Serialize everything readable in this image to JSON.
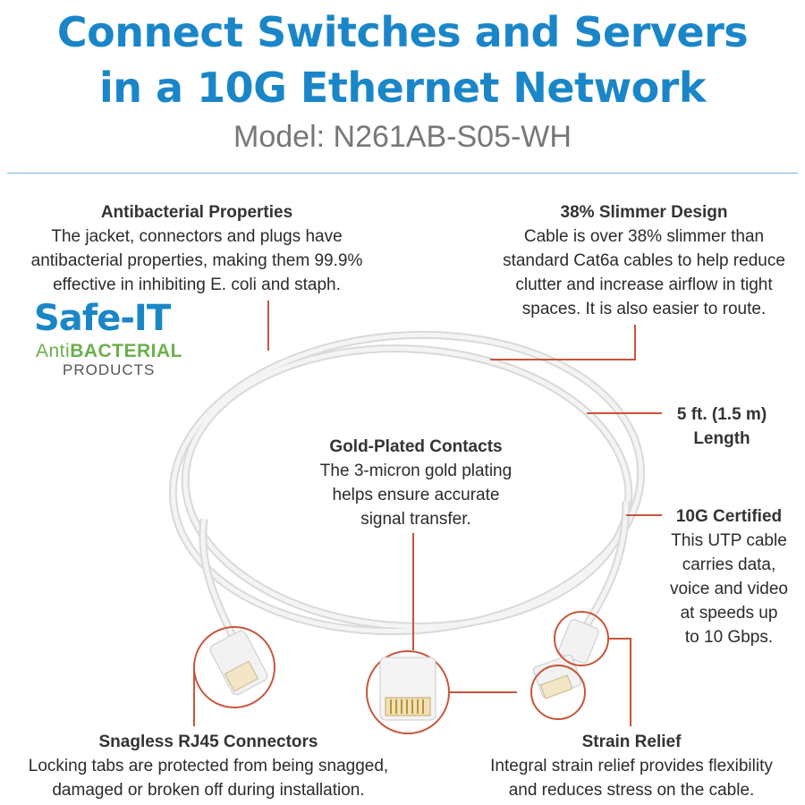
{
  "header": {
    "title_line1": "Connect Switches and Servers",
    "title_line2": "in a 10G Ethernet Network",
    "model": "Model: N261AB-S05-WH"
  },
  "callouts": {
    "antibacterial": {
      "heading": "Antibacterial Properties",
      "lines": [
        "The jacket, connectors and plugs have",
        "antibacterial properties, making them 99.9%",
        "effective in inhibiting E. coli and staph."
      ]
    },
    "slimmer": {
      "heading": "38% Slimmer Design",
      "lines": [
        "Cable is over 38% slimmer than",
        "standard Cat6a cables to help reduce",
        "clutter and increase airflow in tight",
        "spaces. It is also easier to route."
      ]
    },
    "length": {
      "lines": [
        "5 ft. (1.5 m)",
        "Length"
      ]
    },
    "gold": {
      "heading": "Gold-Plated Contacts",
      "lines": [
        "The 3-micron gold plating",
        "helps ensure accurate",
        "signal transfer."
      ]
    },
    "certified": {
      "heading": "10G Certified",
      "lines": [
        "This UTP cable",
        "carries data,",
        "voice and video",
        "at speeds up",
        "to 10 Gbps."
      ]
    },
    "snagless": {
      "heading": "Snagless RJ45 Connectors",
      "lines": [
        "Locking tabs are protected from being snagged,",
        "damaged or broken off during installation."
      ]
    },
    "strain": {
      "heading": "Strain Relief",
      "lines": [
        "Integral strain relief provides flexibility",
        "and reduces stress on the cable."
      ]
    }
  },
  "logo": {
    "brand": "Safe-IT",
    "line2_prefix": "Anti",
    "line2_bold": "BACTERIAL",
    "line3": "PRODUCTS"
  },
  "colors": {
    "title": "#1a86c8",
    "callout_line": "#c8553a",
    "logo_green": "#6ab04c"
  }
}
